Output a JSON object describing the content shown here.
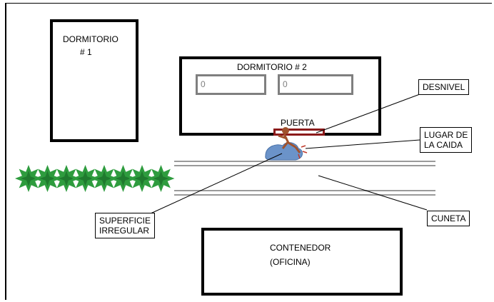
{
  "rooms": {
    "dormitorio1": {
      "line1": "DORMITORIO",
      "line2": "# 1"
    },
    "dormitorio2": {
      "label": "DORMITORIO # 2"
    },
    "contenedor": {
      "line1": "CONTENEDOR",
      "line2": "(OFICINA)"
    }
  },
  "labels": {
    "puerta": "PUERTA",
    "desnivel": "DESNIVEL",
    "lugar_line1": "LUGAR DE",
    "lugar_line2": "LA CAIDA",
    "cuneta": "CUNETA",
    "superficie_line1": "SUPERFICIE",
    "superficie_line2": "IRREGULAR"
  },
  "window_glyph": "0",
  "colors": {
    "wall": "#000000",
    "window_border": "#7f7f7f",
    "door": "#8b1a1a",
    "shrub_outer": "#2e9c3e",
    "shrub_inner": "#1f7a2e",
    "road_line": "#9a9a9a",
    "puddle": "#6b93c9",
    "person": "#a0522d"
  }
}
